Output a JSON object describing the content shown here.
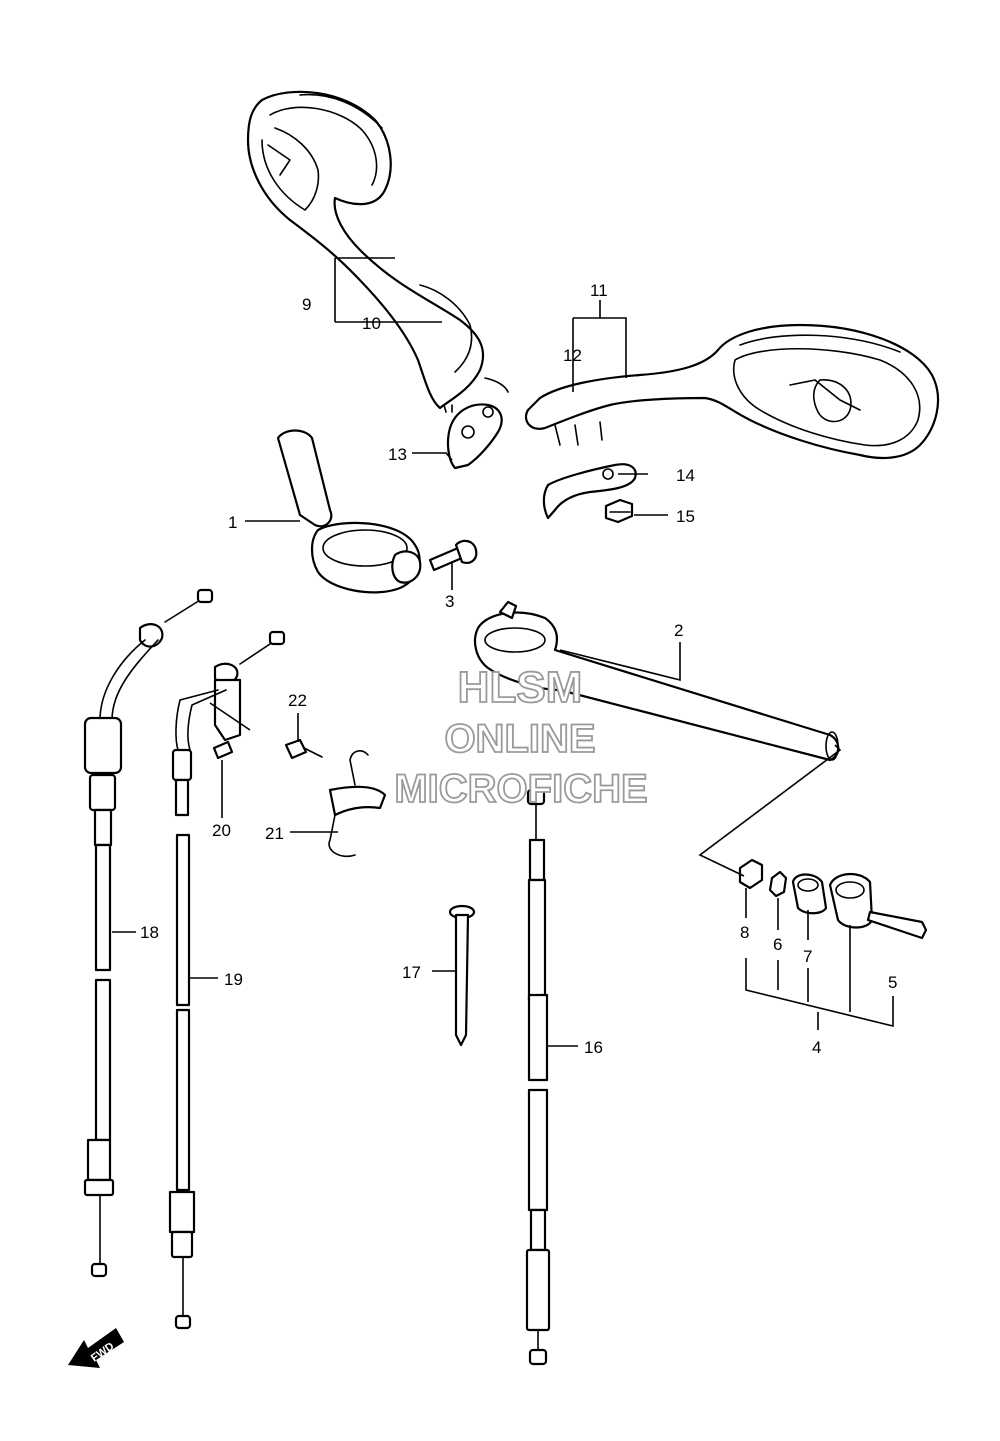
{
  "callouts": {
    "c1": "1",
    "c2": "2",
    "c3": "3",
    "c4": "4",
    "c5": "5",
    "c6": "6",
    "c7": "7",
    "c8": "8",
    "c9": "9",
    "c10": "10",
    "c11": "11",
    "c12": "12",
    "c13": "13",
    "c14": "14",
    "c15": "15",
    "c16": "16",
    "c17": "17",
    "c18": "18",
    "c19": "19",
    "c20": "20",
    "c21": "21",
    "c22": "22"
  },
  "watermark": {
    "line1": "HLSM",
    "line2": "ONLINE",
    "line3": "MICROFICHE"
  },
  "fwd_label": "FWD",
  "colors": {
    "line": "#000000",
    "watermark_outline": "#9a9a9a",
    "background": "#ffffff"
  }
}
